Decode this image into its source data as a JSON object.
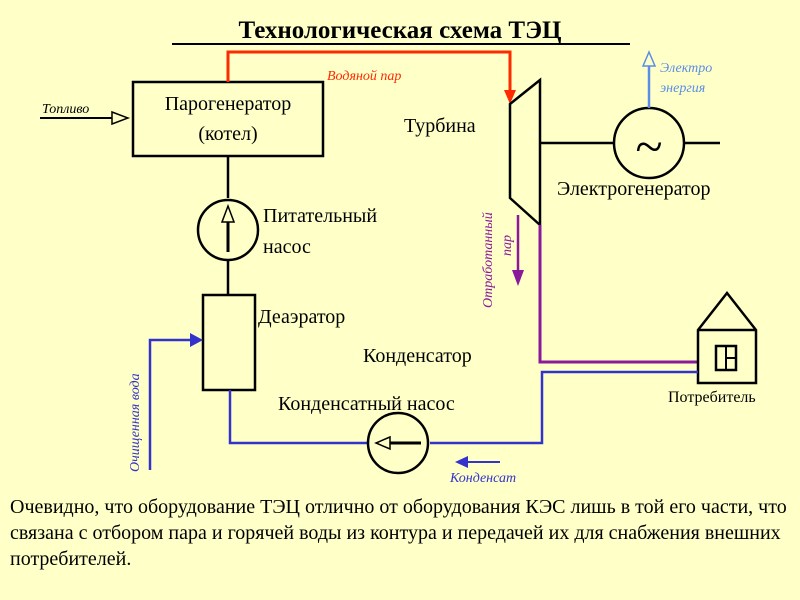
{
  "title": "Технологическая схема ТЭЦ",
  "labels": {
    "fuel": "Топливо",
    "steam_generator_line1": "Парогенератор",
    "steam_generator_line2": "(котел)",
    "water_steam": "Водяной пар",
    "turbine": "Турбина",
    "electro_line1": "Электро",
    "electro_line2": "энергия",
    "generator": "Электрогенератор",
    "feed_pump_line1": "Питательный",
    "feed_pump_line2": "насос",
    "exhaust_steam_line1": "Отработанный",
    "exhaust_steam_line2": "пар",
    "deaerator": "Деаэратор",
    "condenser": "Конденсатор",
    "consumer": "Потребитель",
    "purified_water": "Очищенная вода",
    "condensate_pump": "Конденсатный насос",
    "condensate": "Конденсат",
    "generator_symbol": "~"
  },
  "caption": "Очевидно, что оборудование ТЭЦ отлично от оборудования КЭС лишь в той его части, что связана с отбором пара и горячей воды из контура и передачей их для снабжения внешних потребителей.",
  "colors": {
    "background": "#ffffc8",
    "steam": "#ff2a00",
    "exhaust_steam": "#8a1a9a",
    "condensate": "#3333cc",
    "electricity": "#5a8ee6",
    "equipment": "#000000"
  }
}
